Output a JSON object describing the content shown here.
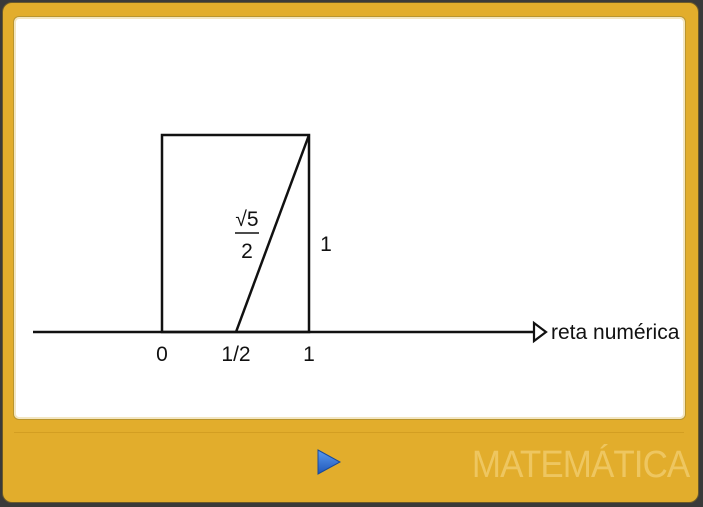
{
  "diagram": {
    "labels": {
      "tick_zero": "0",
      "tick_half": "1/2",
      "tick_one": "1",
      "side_height": "1",
      "hyp_numerator": "√5",
      "hyp_denominator": "2",
      "axis_name": "reta numérica"
    }
  },
  "footer": {
    "play_icon": "play-triangle-icon",
    "brand": "MATEMÁTICA"
  },
  "colors": {
    "frame": "#e2ad2c",
    "board": "#ffffff",
    "ink": "#111111",
    "play": "#2f6fcf",
    "brand": "#eec660"
  }
}
